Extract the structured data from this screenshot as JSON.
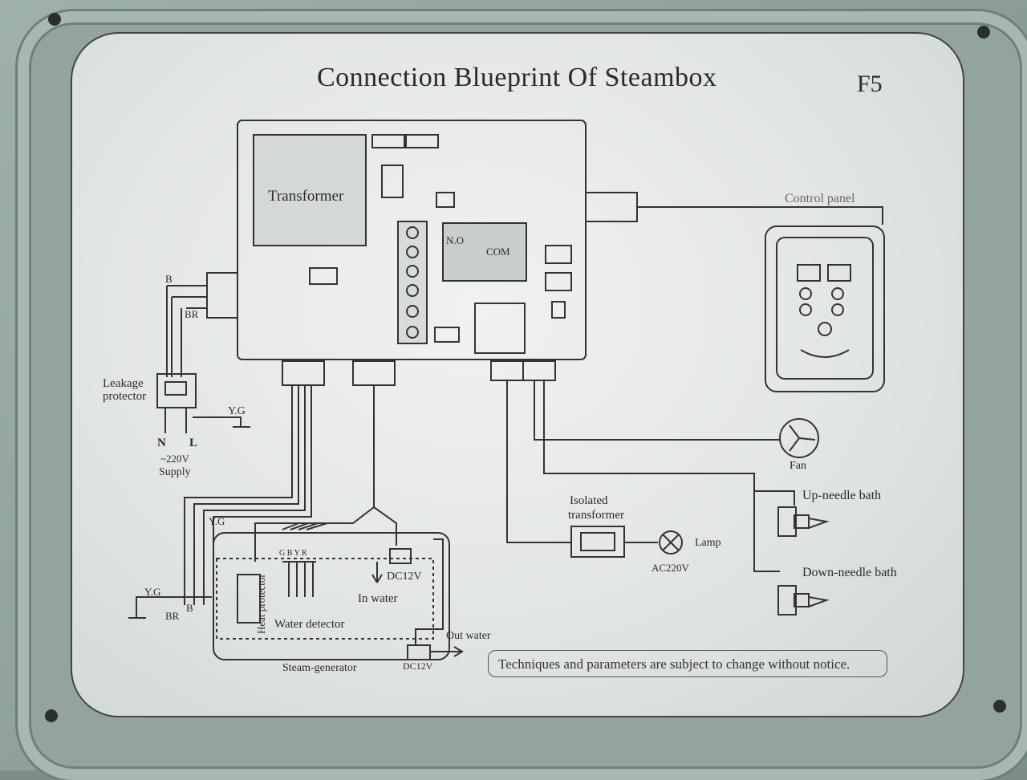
{
  "diagram": {
    "title": "Connection Blueprint  Of Steambox",
    "code": "F5",
    "labels": {
      "transformer": "Transformer",
      "no": "N.O",
      "com": "COM",
      "control_panel": "Control panel",
      "b": "B",
      "br_top": "BR",
      "leakage_protector_1": "Leakage",
      "leakage_protector_2": "protector",
      "yg_top": "Y.G",
      "n": "N",
      "l": "L",
      "supply_voltage": "~220V",
      "supply": "Supply",
      "yg_mid": "Y.G",
      "yg_left": "Y.G",
      "br_bottom": "BR",
      "b_bottom": "B",
      "heat_protector": "Heat protector",
      "water_detector": "Water detector",
      "dc12v_top": "DC12V",
      "in_water": "In water",
      "out_water": "Out water",
      "steam_generator": "Steam-generator",
      "dc12v_bottom": "DC12V",
      "gyr": "G B Y R",
      "fan": "Fan",
      "isolated_1": "Isolated",
      "isolated_2": "transformer",
      "lamp": "Lamp",
      "ac220v": "AC220V",
      "up_needle": "Up-needle bath",
      "down_needle": "Down-needle bath"
    },
    "notice": "Techniques and parameters are subject to change without notice."
  }
}
